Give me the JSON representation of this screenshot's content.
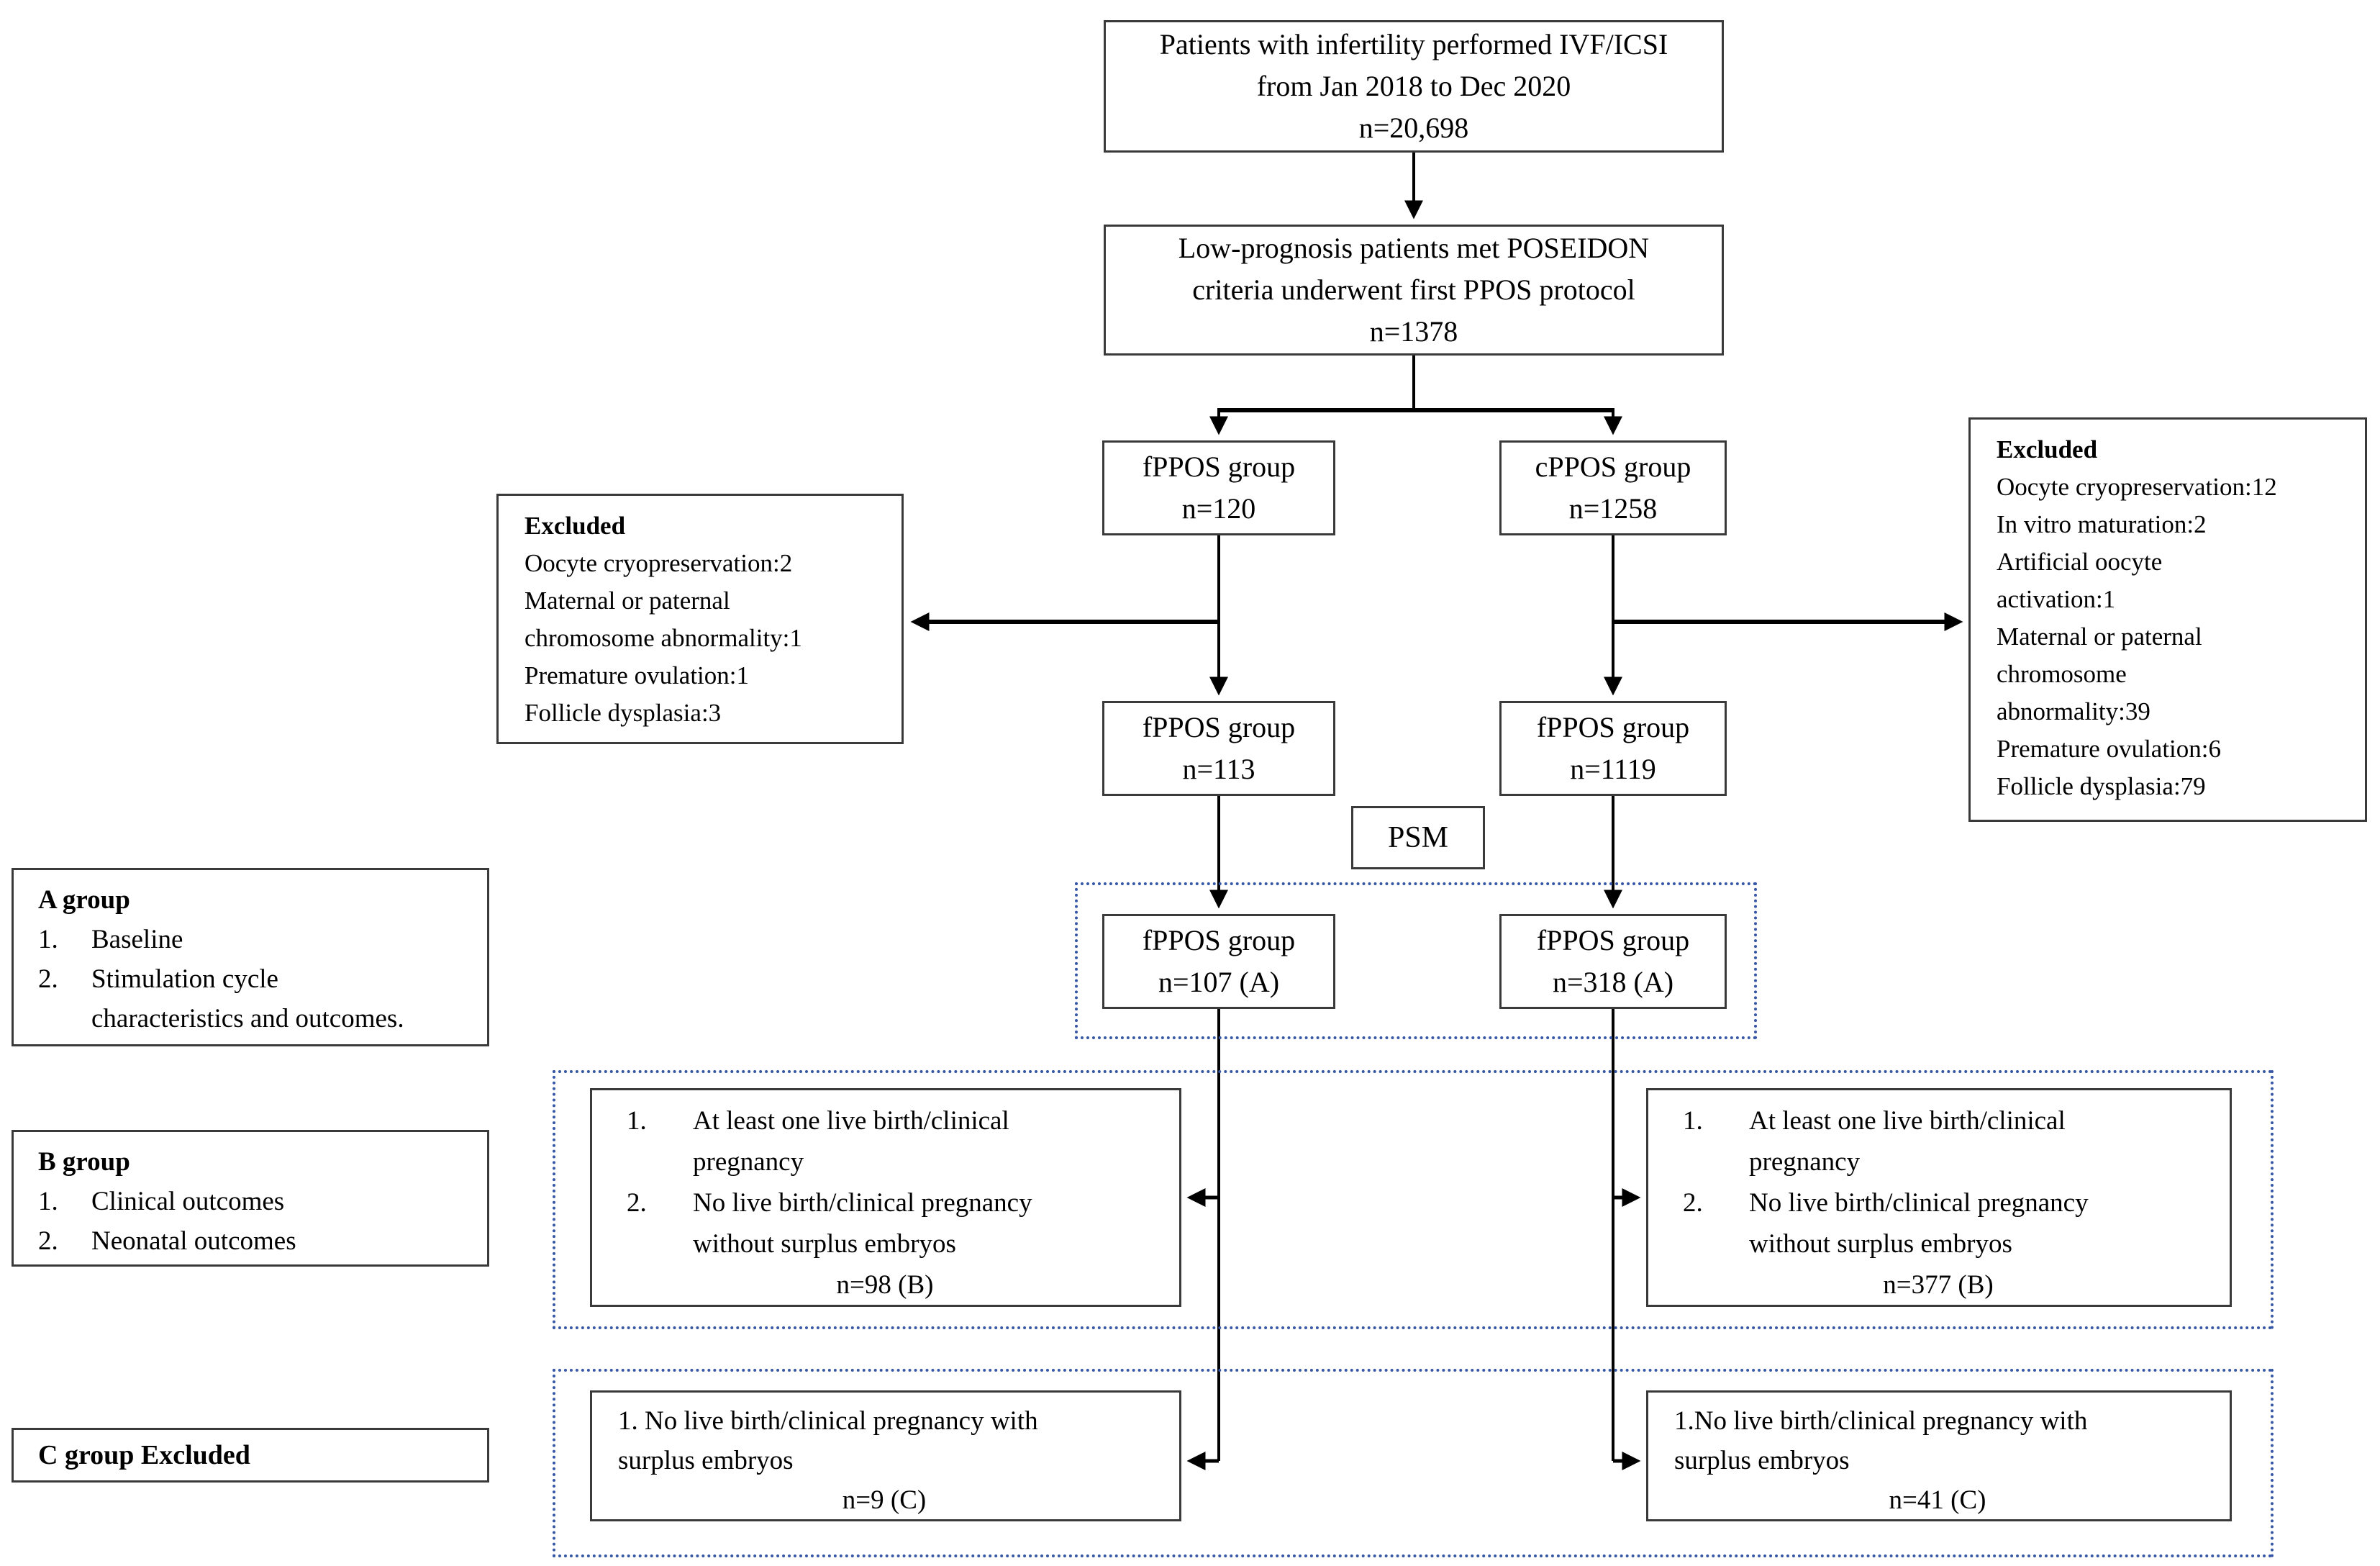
{
  "diagram": {
    "colors": {
      "dotted_outline": "#3557a6",
      "solid_border": "#3a3a3a",
      "arrow_line": "#000000"
    },
    "nums": [
      "1.",
      "2."
    ],
    "boxes": {
      "total": {
        "l1": "Patients with infertility performed IVF/ICSI",
        "l2": "from Jan 2018 to Dec 2020",
        "l3": "n=20,698"
      },
      "poseidon": {
        "l1": "Low-prognosis patients met POSEIDON",
        "l2": "criteria underwent first PPOS protocol",
        "l3": "n=1378"
      },
      "fppos_initial": {
        "l1": "fPPOS group",
        "l2": "n=120"
      },
      "cppos_initial": {
        "l1": "cPPOS group",
        "l2": "n=1258"
      },
      "excluded_left": {
        "title": "Excluded",
        "lines": [
          "Oocyte cryopreservation:2",
          "Maternal or paternal",
          "chromosome abnormality:1",
          "Premature ovulation:1",
          "Follicle dysplasia:3"
        ]
      },
      "excluded_right": {
        "title": "Excluded",
        "lines": [
          "Oocyte cryopreservation:12",
          "In vitro maturation:2",
          "Artificial oocyte",
          "activation:1",
          "Maternal or paternal",
          "chromosome",
          "abnormality:39",
          "Premature ovulation:6",
          "Follicle dysplasia:79"
        ]
      },
      "fppos_after": {
        "l1": "fPPOS group",
        "l2": "n=113"
      },
      "cppos_after": {
        "l1": "fPPOS group",
        "l2": "n=1119"
      },
      "psm": {
        "label": "PSM"
      },
      "fppos_matched": {
        "l1": "fPPOS group",
        "l2": "n=107 (A)"
      },
      "cppos_matched": {
        "l1": "fPPOS group",
        "l2": "n=318 (A)"
      },
      "b_left": {
        "item1": {
          "l1": "At least one live birth/clinical",
          "l2": "pregnancy"
        },
        "item2": {
          "l1": "No live birth/clinical pregnancy",
          "l2": "without surplus embryos"
        },
        "n": "n=98 (B)"
      },
      "b_right": {
        "item1": {
          "l1": "At least one live birth/clinical",
          "l2": "pregnancy"
        },
        "item2": {
          "l1": "No live birth/clinical pregnancy",
          "l2": "without surplus embryos"
        },
        "n": "n=377 (B)"
      },
      "c_left": {
        "l1": "1. No live birth/clinical pregnancy with",
        "l2": "surplus embryos",
        "n": "n=9 (C)"
      },
      "c_right": {
        "l1": "1.No live birth/clinical pregnancy with",
        "l2": "surplus embryos",
        "n": "n=41 (C)"
      }
    },
    "legends": {
      "a": {
        "title": "A group",
        "item1": "Baseline",
        "item2_l1": "Stimulation cycle",
        "item2_l2": "characteristics and outcomes."
      },
      "b": {
        "title": "B group",
        "item1": "Clinical outcomes",
        "item2": "Neonatal outcomes"
      },
      "c": {
        "title": "C group Excluded"
      }
    }
  }
}
